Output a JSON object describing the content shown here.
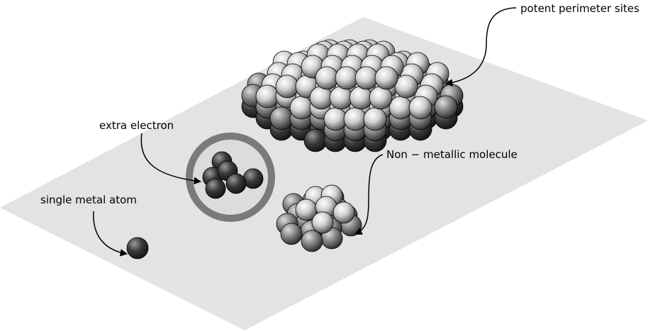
{
  "labels": {
    "perimeter": "potent perimeter sites",
    "electron": "extra electron",
    "molecule": "Non − metallic molecule",
    "single": "single metal atom"
  },
  "colors": {
    "surface": "#e3e3e3",
    "ring": "#7a7a7a",
    "ring_fill": "#dcdcdc",
    "atom_light": "#ffffff",
    "atom_dark": "#1e1e1e"
  }
}
